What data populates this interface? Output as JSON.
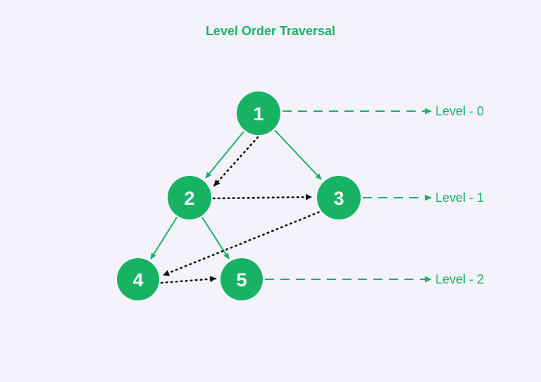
{
  "title": "Level Order Traversal",
  "nodes": {
    "n1": "1",
    "n2": "2",
    "n3": "3",
    "n4": "4",
    "n5": "5"
  },
  "levels": {
    "l0": "Level - 0",
    "l1": "Level - 1",
    "l2": "Level - 2"
  },
  "tree_edges": [
    "1->2",
    "1->3",
    "2->4",
    "2->5"
  ],
  "traversal_order_edges": [
    "1->2",
    "2->3",
    "3->4",
    "4->5"
  ],
  "colors": {
    "green": "#18b263",
    "black": "#141414",
    "background": "#f4f3fb",
    "node_text": "#ffffff"
  }
}
